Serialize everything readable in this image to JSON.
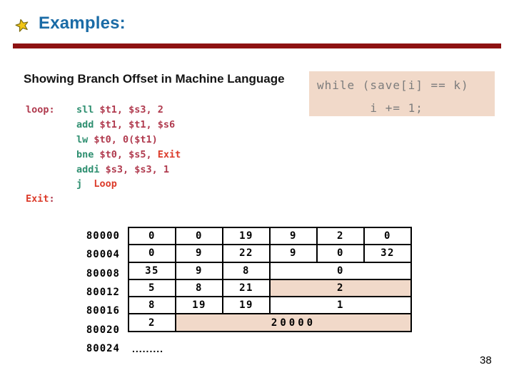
{
  "slide": {
    "title": "Examples:",
    "heading": "Showing Branch Offset in Machine Language",
    "page_number": "38"
  },
  "colors": {
    "title_blue": "#1a6ba6",
    "rule_dark_red": "#8e1212",
    "mnemonic_teal": "#2e8f70",
    "operand_crimson": "#b03a4e",
    "branch_label_red": "#dc3c2b",
    "c_code_gray": "#7c7c7c",
    "highlight_peach": "#f1d9c9",
    "star_gold": "#f3c613"
  },
  "icons": {
    "title_bullet": "gold-star-icon"
  },
  "c_code": {
    "line1": "while (save[i] == k)",
    "line2": "       i += 1;"
  },
  "assembly": {
    "loop_label": "loop:",
    "exit_name": "Exit",
    "exit_colon": ":",
    "instructions": [
      {
        "op": "sll",
        "args": " $t1, $s3, 2"
      },
      {
        "op": "add",
        "args": " $t1, $t1, $s6"
      },
      {
        "op": "lw",
        "args": " $t0, 0($t1)"
      },
      {
        "op": "bne",
        "args": " $t0, $s5, ",
        "target": "Exit"
      },
      {
        "op": "addi",
        "args": " $s3, $s3, 1"
      },
      {
        "op": "j",
        "args": "  ",
        "target": "Loop"
      }
    ]
  },
  "memory": {
    "addresses": [
      "80000",
      "80004",
      "80008",
      "80012",
      "80016",
      "80020"
    ],
    "last_address": "80024",
    "ellipsis": ".........",
    "rows": [
      {
        "cells": [
          "0",
          "0",
          "19",
          "9",
          "2",
          "0"
        ]
      },
      {
        "cells": [
          "0",
          "9",
          "22",
          "9",
          "0",
          "32"
        ]
      },
      {
        "cells": [
          "35",
          "9",
          "8",
          "0"
        ]
      },
      {
        "cells": [
          "5",
          "8",
          "21",
          "2"
        ]
      },
      {
        "cells": [
          "8",
          "19",
          "19",
          "1"
        ]
      },
      {
        "cells": [
          "2",
          "20000"
        ]
      }
    ]
  }
}
